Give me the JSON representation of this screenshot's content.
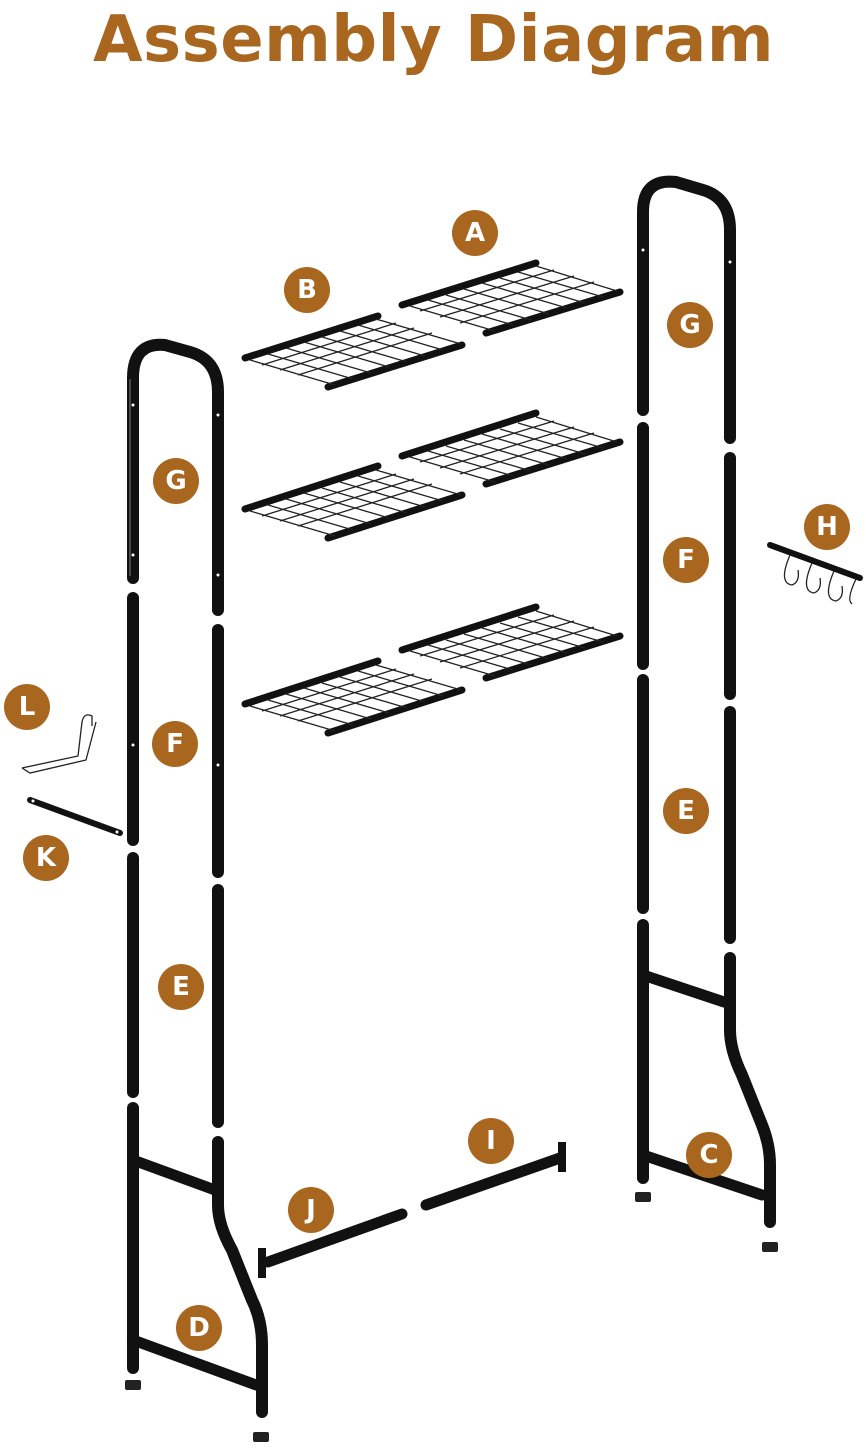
{
  "title": "Assembly Diagram",
  "colors": {
    "accent": "#A8661E",
    "metal": "#111111"
  },
  "parts": {
    "A": "A",
    "B": "B",
    "C": "C",
    "D": "D",
    "E": "E",
    "F": "F",
    "G": "G",
    "H": "H",
    "I": "I",
    "J": "J",
    "K": "K",
    "L": "L"
  }
}
